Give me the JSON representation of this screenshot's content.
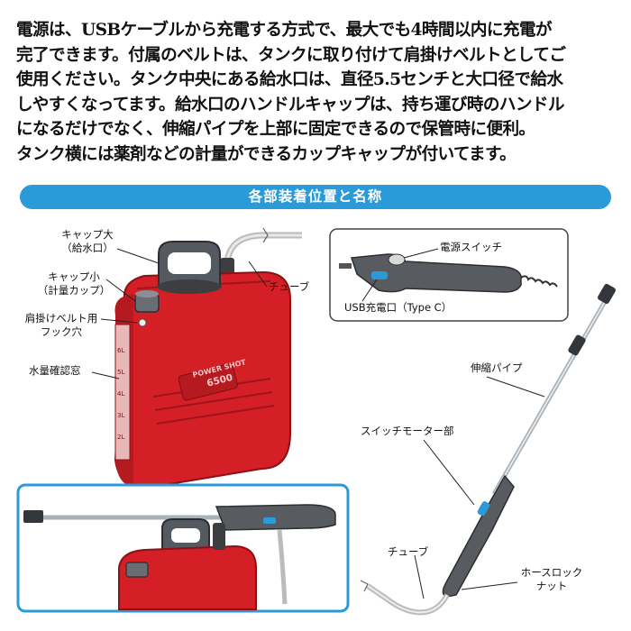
{
  "intro": {
    "lines": [
      "電源は、USBケーブルから充電する方式で、最大でも4時間以内に充電が",
      "完了できます。付属のベルトは、タンクに取り付けて肩掛けベルトとしてご",
      "使用ください。タンク中央にある給水口は、直径5.5センチと大口径で給水",
      "しやすくなってます。給水口のハンドルキャップは、持ち運び時のハンドル",
      "になるだけでなく、伸縮パイプを上部に固定できるので保管時に便利。",
      "タンク横には薬剤などの計量ができるカップキャップが付いてます。"
    ]
  },
  "banner": {
    "title": "各部装着位置と名称"
  },
  "labels": {
    "cap_large_1": "キャップ大",
    "cap_large_2": "（給水口）",
    "cap_small_1": "キャップ小",
    "cap_small_2": "（計量カップ）",
    "hook_1": "肩掛けベルト用",
    "hook_2": "フック穴",
    "water_window": "水量確認窓",
    "tube_top": "チューブ",
    "power_switch": "電源スイッチ",
    "usb_port": "USB充電口（Type C）",
    "pipe": "伸縮パイプ",
    "switch_motor": "スイッチモーター部",
    "tube_bottom": "チューブ",
    "hose_lock_1": "ホースロック",
    "hose_lock_2": "ナット"
  },
  "tank": {
    "brand_line1": "POWER SHOT",
    "brand_line2": "6500",
    "scale": [
      "6L",
      "5L",
      "4L",
      "3L",
      "2L"
    ]
  },
  "colors": {
    "banner": "#2a9ad8",
    "tank_red": "#d41f26",
    "device_gray": "#5a5d62",
    "accent_blue": "#2a9ad8"
  }
}
